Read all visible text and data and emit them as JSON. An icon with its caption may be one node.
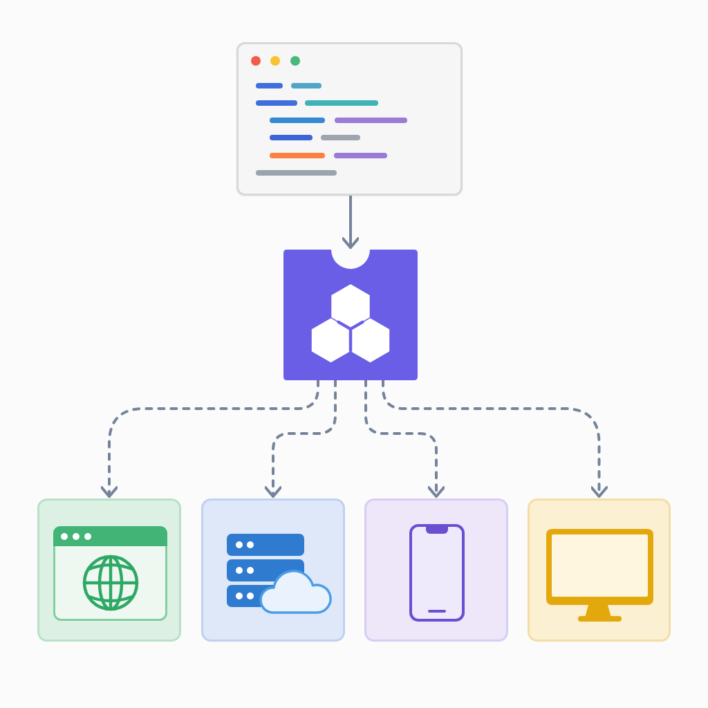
{
  "diagram": {
    "nodes": [
      {
        "text": [],
        "shape": "picture"
      },
      {
        "text": [],
        "shape": "box"
      },
      {
        "text": [],
        "shape": "box"
      },
      {
        "text": [],
        "shape": "box"
      },
      {
        "text": [],
        "shape": "box"
      },
      {
        "text": [],
        "shape": "box"
      }
    ],
    "edges": [
      {
        "from": 0,
        "to": 1,
        "arrow": "to"
      },
      {
        "from": 1,
        "to": 2,
        "arrow": "to",
        "style": "dashed"
      },
      {
        "from": 1,
        "to": 3,
        "arrow": "to",
        "style": "dashed"
      },
      {
        "from": 1,
        "to": 4,
        "arrow": "to",
        "style": "dashed"
      },
      {
        "from": 1,
        "to": 5,
        "arrow": "to",
        "style": "dashed"
      }
    ]
  }
}
